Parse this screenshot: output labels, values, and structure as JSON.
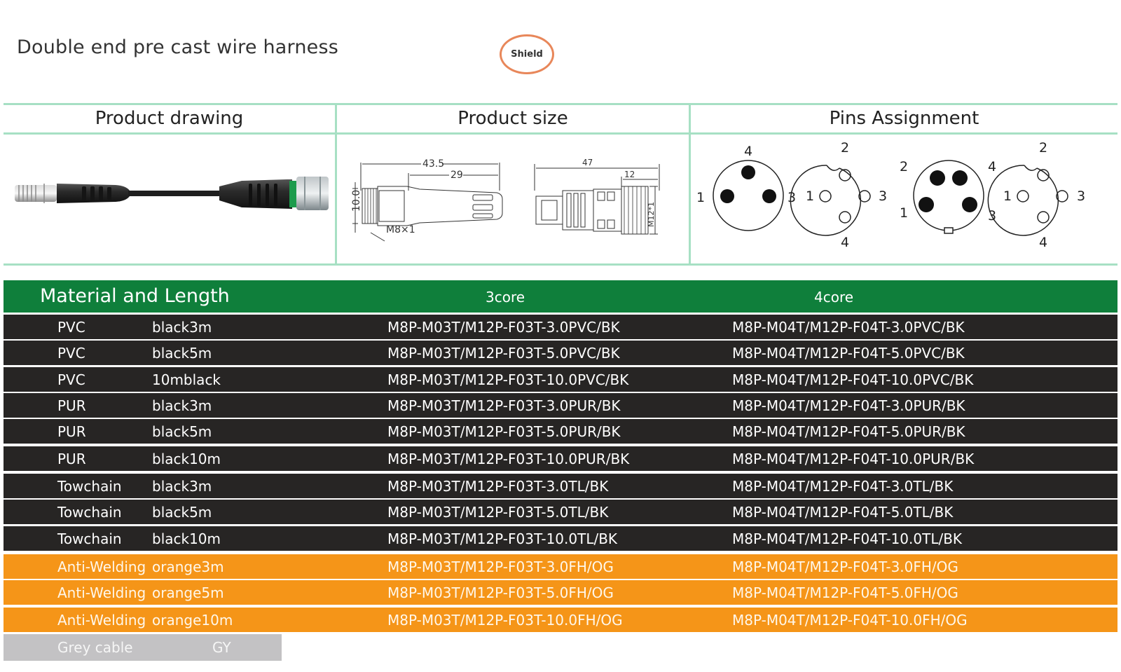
{
  "title": "Double end pre cast wire harness",
  "badge": "Shield",
  "product_table": {
    "headers": [
      "Product drawing",
      "Product size",
      "Pins Assignment"
    ],
    "size_labels": {
      "d1_total": "43.5",
      "d1_body": "29",
      "d1_dia": "10.0",
      "d1_thread": "M8×1",
      "d2_total": "47",
      "d2_nut": "12",
      "d2_thread": "M12*1"
    },
    "pin_numbers": [
      "1",
      "2",
      "3",
      "4"
    ]
  },
  "material": {
    "header": "Material and Length",
    "col3": "3core",
    "col4": "4core",
    "rows": [
      {
        "mat": "PVC",
        "color": "black3m",
        "p3": "M8P-M03T/M12P-F03T-3.0PVC/BK",
        "p4": "M8P-M04T/M12P-F04T-3.0PVC/BK",
        "style": "black"
      },
      {
        "mat": "PVC",
        "color": "black5m",
        "p3": "M8P-M03T/M12P-F03T-5.0PVC/BK",
        "p4": "M8P-M04T/M12P-F04T-5.0PVC/BK",
        "style": "black"
      },
      {
        "mat": "PVC",
        "color": "10mblack",
        "p3": "M8P-M03T/M12P-F03T-10.0PVC/BK",
        "p4": "M8P-M04T/M12P-F04T-10.0PVC/BK",
        "style": "black"
      },
      {
        "mat": "PUR",
        "color": "black3m",
        "p3": "M8P-M03T/M12P-F03T-3.0PUR/BK",
        "p4": "M8P-M04T/M12P-F04T-3.0PUR/BK",
        "style": "black"
      },
      {
        "mat": "PUR",
        "color": "black5m",
        "p3": "M8P-M03T/M12P-F03T-5.0PUR/BK",
        "p4": "M8P-M04T/M12P-F04T-5.0PUR/BK",
        "style": "black"
      },
      {
        "mat": "PUR",
        "color": "black10m",
        "p3": "M8P-M03T/M12P-F03T-10.0PUR/BK",
        "p4": "M8P-M04T/M12P-F04T-10.0PUR/BK",
        "style": "black"
      },
      {
        "mat": "Towchain",
        "color": "black3m",
        "p3": "M8P-M03T/M12P-F03T-3.0TL/BK",
        "p4": "M8P-M04T/M12P-F04T-3.0TL/BK",
        "style": "black"
      },
      {
        "mat": "Towchain",
        "color": "black5m",
        "p3": "M8P-M03T/M12P-F03T-5.0TL/BK",
        "p4": "M8P-M04T/M12P-F04T-5.0TL/BK",
        "style": "black"
      },
      {
        "mat": "Towchain",
        "color": "black10m",
        "p3": "M8P-M03T/M12P-F03T-10.0TL/BK",
        "p4": "M8P-M04T/M12P-F04T-10.0TL/BK",
        "style": "black"
      },
      {
        "mat": "Anti-Welding",
        "color": "orange3m",
        "p3": "M8P-M03T/M12P-F03T-3.0FH/OG",
        "p4": "M8P-M04T/M12P-F04T-3.0FH/OG",
        "style": "orange"
      },
      {
        "mat": "Anti-Welding",
        "color": "orange5m",
        "p3": "M8P-M03T/M12P-F03T-5.0FH/OG",
        "p4": "M8P-M04T/M12P-F04T-5.0FH/OG",
        "style": "orange"
      },
      {
        "mat": "Anti-Welding",
        "color": "orange10m",
        "p3": "M8P-M03T/M12P-F03T-10.0FH/OG",
        "p4": "M8P-M04T/M12P-F04T-10.0FH/OG",
        "style": "orange"
      }
    ],
    "grey_row": {
      "label": "Grey cable",
      "code": "GY"
    }
  },
  "colors": {
    "header_green": "#0f7f3b",
    "row_black": "#272524",
    "row_orange": "#f59518",
    "grid_line": "#a7e0c4",
    "grey": "#c3c2c4"
  }
}
